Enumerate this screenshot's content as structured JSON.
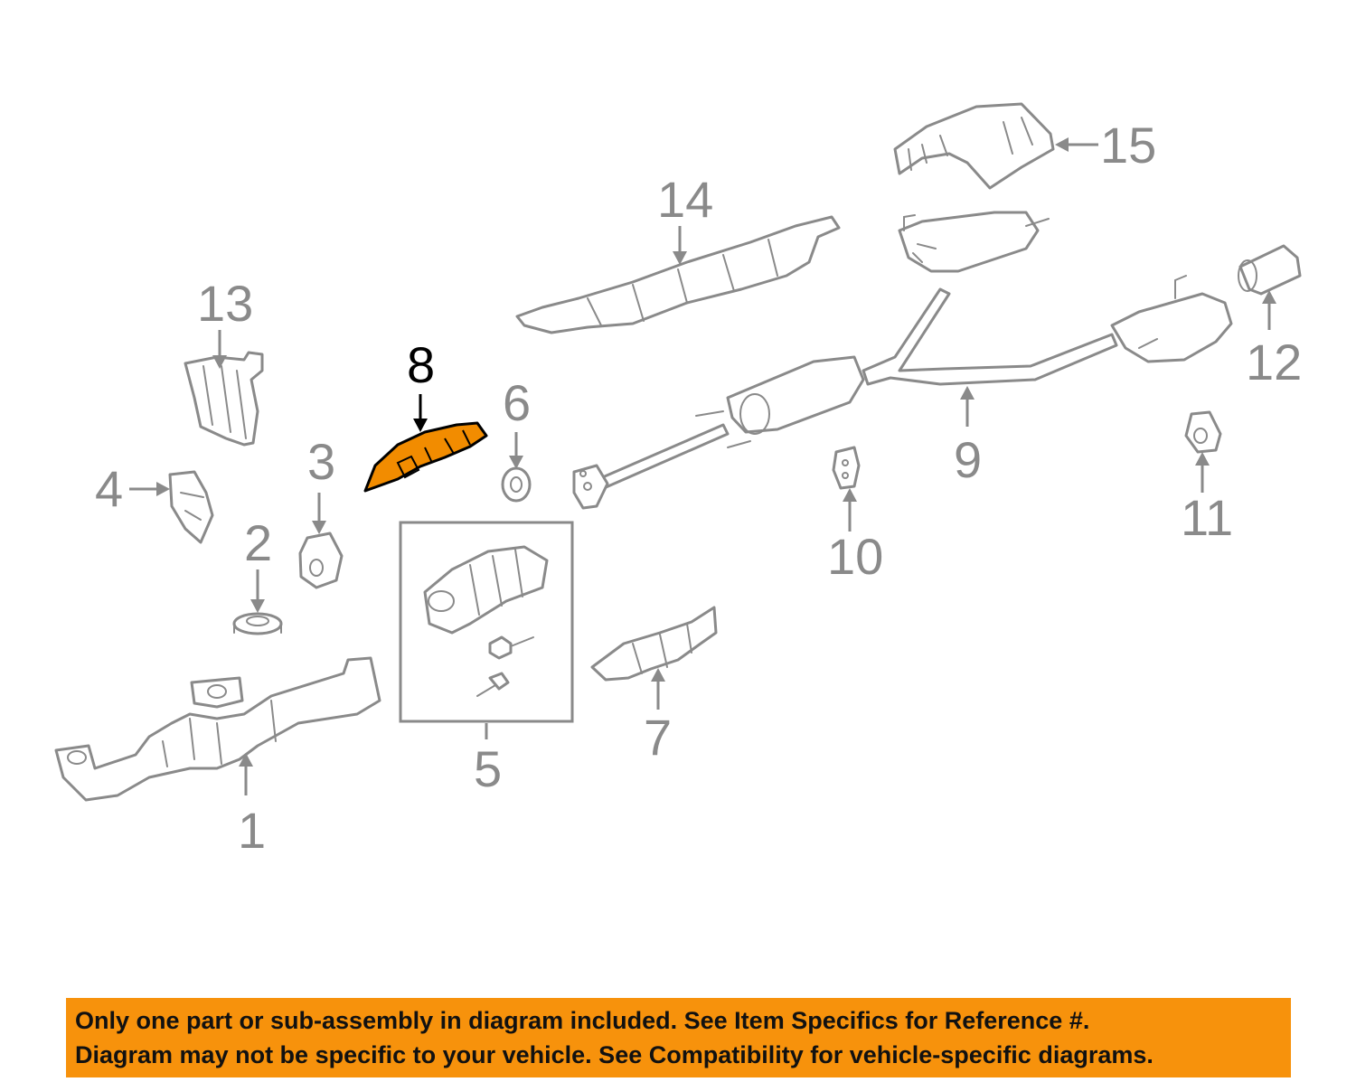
{
  "diagram": {
    "highlighted_callout": "8",
    "highlight_color": "#f28c00",
    "line_color": "#8a8a8a",
    "callouts": [
      "1",
      "2",
      "3",
      "4",
      "5",
      "6",
      "7",
      "8",
      "9",
      "10",
      "11",
      "12",
      "13",
      "14",
      "15"
    ]
  },
  "banner": {
    "background": "#f7920c",
    "line1": "Only one part or sub-assembly in diagram included. See Item Specifics for Reference #.",
    "line2": "Diagram may not be specific to your vehicle. See Compatibility for vehicle-specific diagrams."
  }
}
